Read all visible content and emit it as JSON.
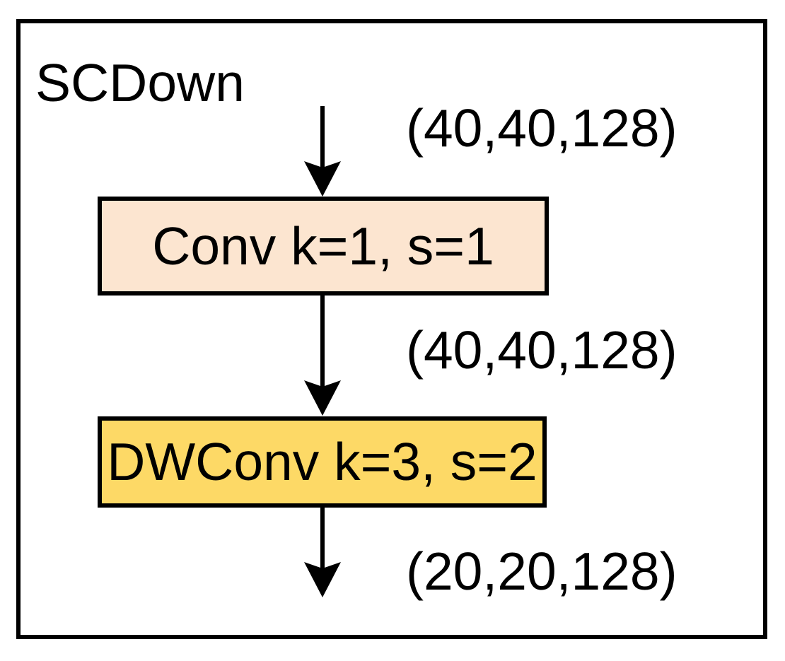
{
  "diagram": {
    "title": "SCDown",
    "nodes": {
      "conv": {
        "label": "Conv k=1, s=1",
        "fill": "#FCE5D0"
      },
      "dwconv": {
        "label": "DWConv k=3, s=2",
        "fill": "#FDD966"
      }
    },
    "tensor_shapes": {
      "input": "(40,40,128)",
      "intermediate": "(40,40,128)",
      "output": "(20,20,128)"
    },
    "colors": {
      "stroke": "#000000",
      "text": "#000000",
      "background": "#FFFFFF",
      "conv_fill": "#FCE5D0",
      "dwconv_fill": "#FDD966"
    }
  }
}
